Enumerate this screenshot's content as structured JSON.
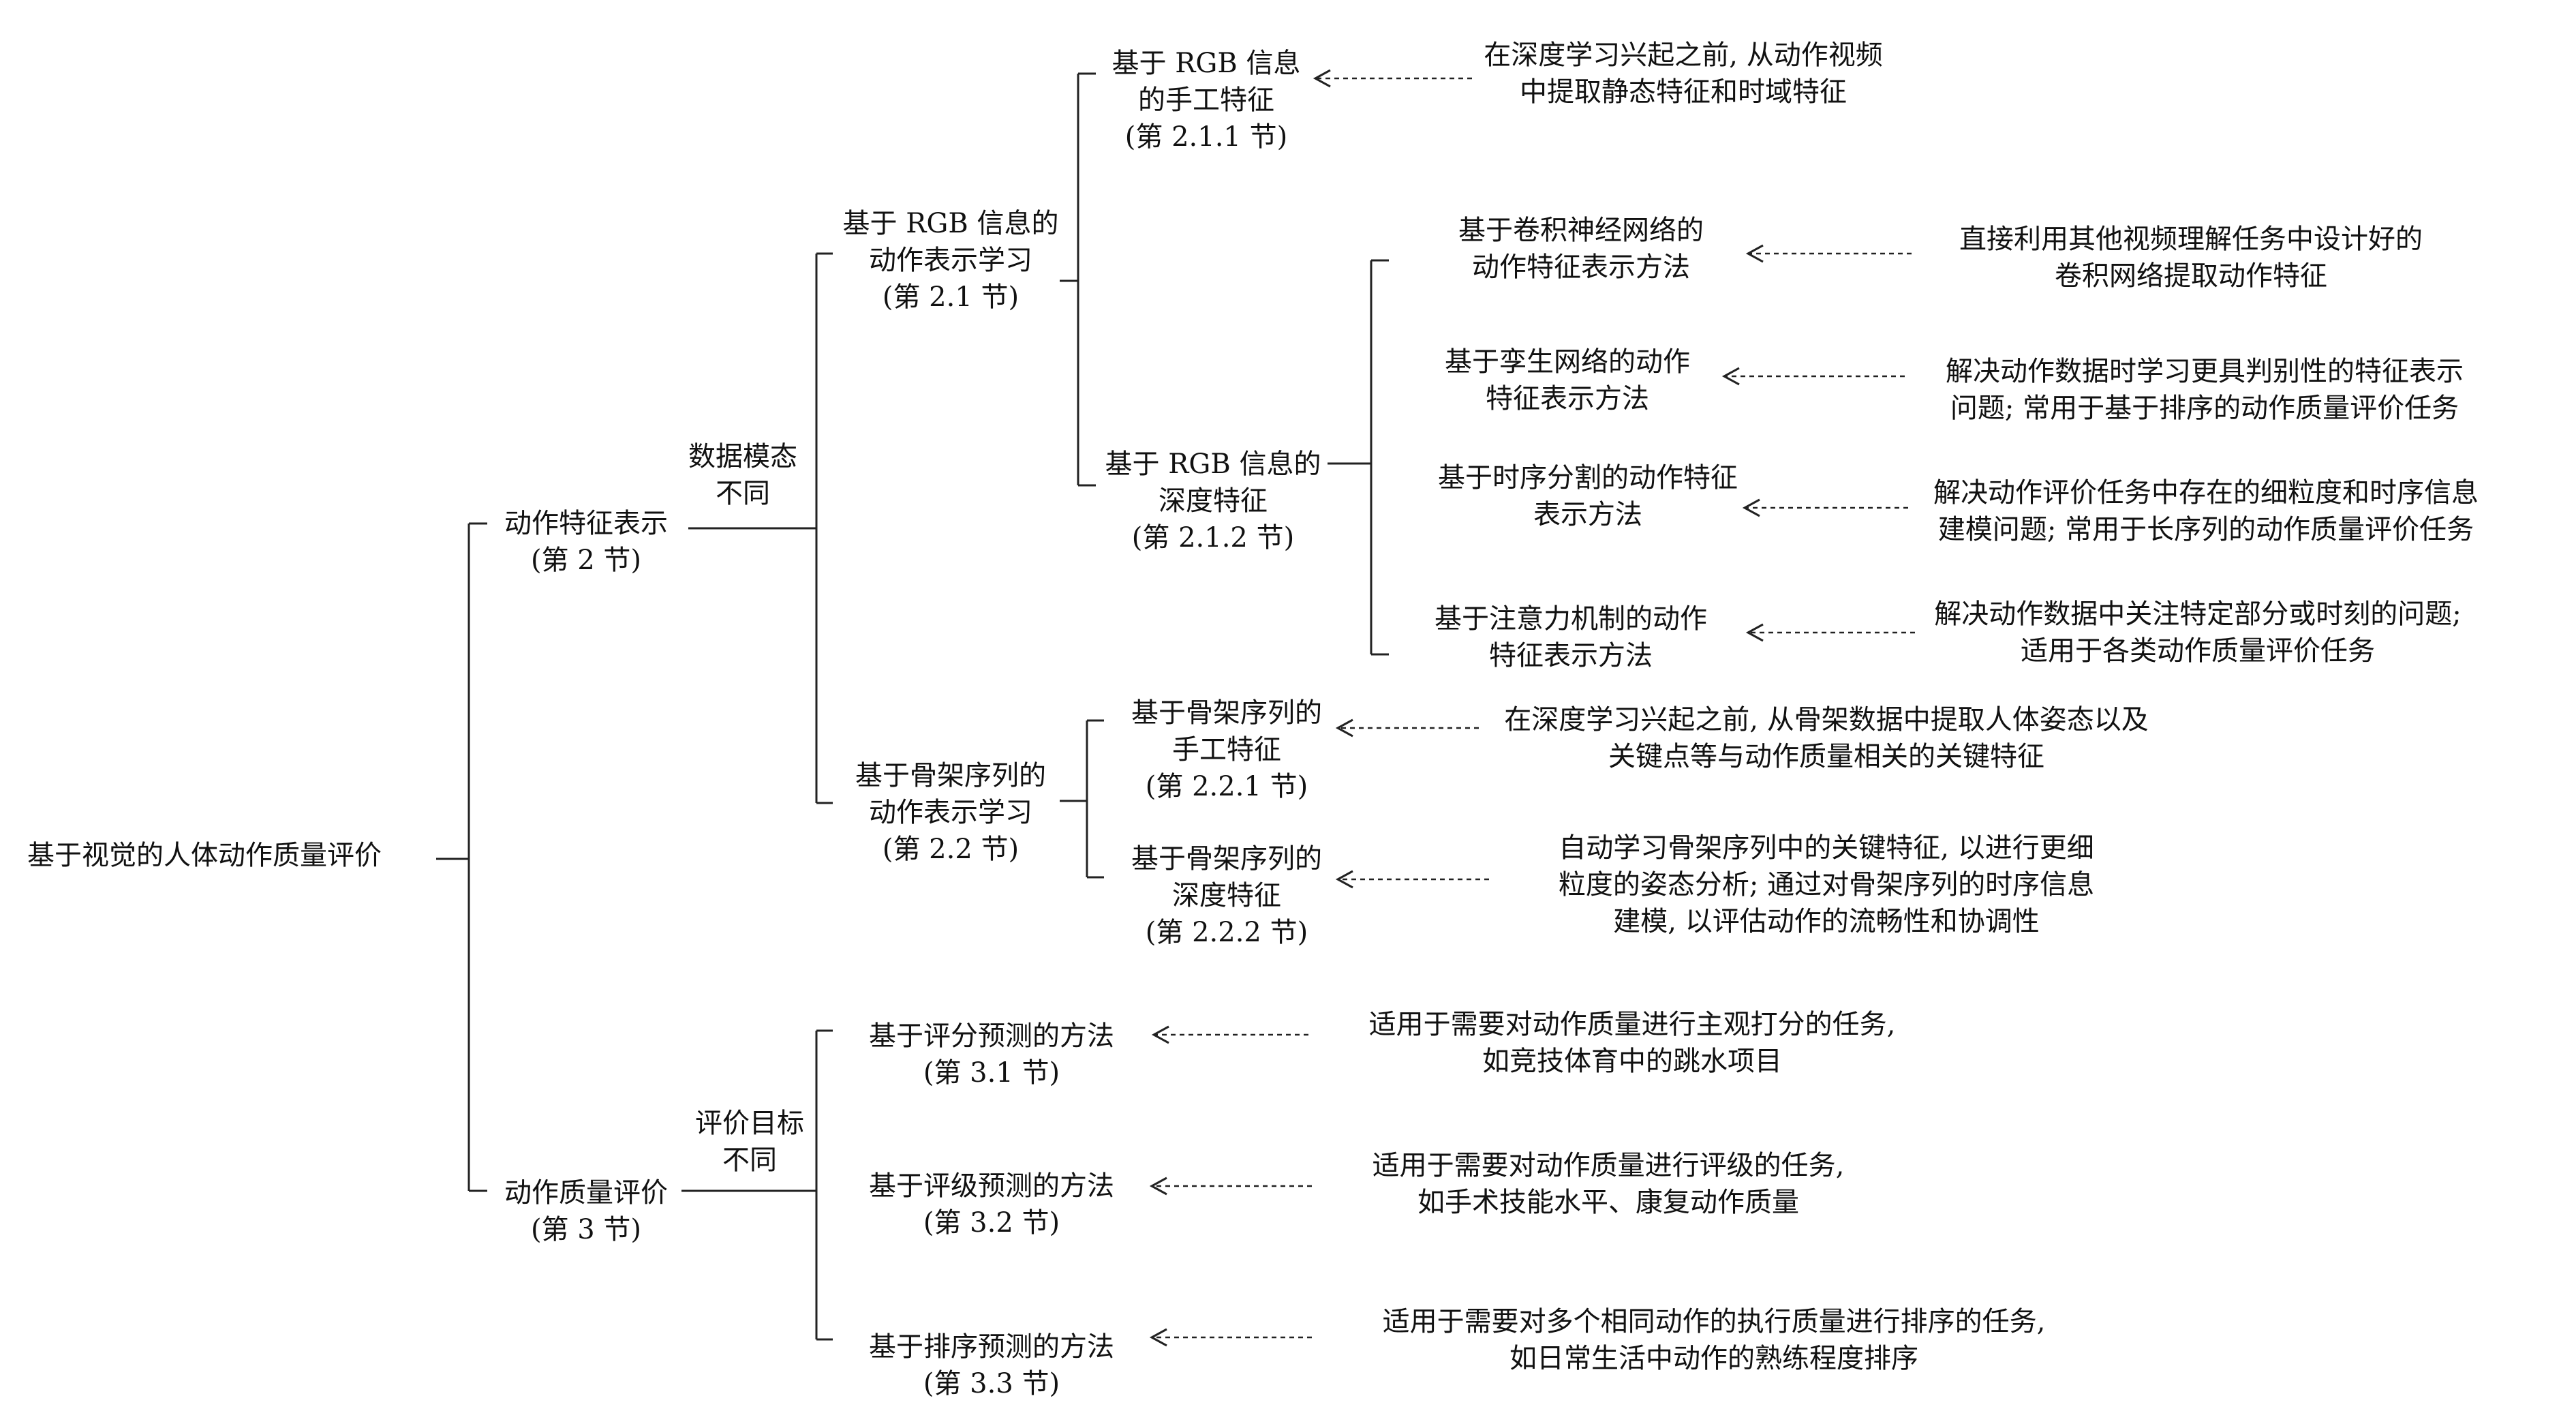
{
  "root": {
    "lines": [
      "基于视觉的人体动作质量评价"
    ]
  },
  "branch_features": {
    "title": [
      "动作特征表示",
      "(第 2 节)"
    ],
    "criterion": [
      "数据模态",
      "不同"
    ],
    "rgb": {
      "title": [
        "基于 RGB 信息的",
        "动作表示学习",
        "(第 2.1 节)"
      ],
      "handcrafted": {
        "title": [
          "基于 RGB 信息",
          "的手工特征",
          "(第 2.1.1 节)"
        ],
        "note": [
          "在深度学习兴起之前, 从动作视频",
          "中提取静态特征和时域特征"
        ]
      },
      "deep": {
        "title": [
          "基于 RGB 信息的",
          "深度特征",
          "(第 2.1.2 节)"
        ],
        "methods": [
          {
            "title": [
              "基于卷积神经网络的",
              "动作特征表示方法"
            ],
            "note": [
              "直接利用其他视频理解任务中设计好的",
              "卷积网络提取动作特征"
            ]
          },
          {
            "title": [
              "基于孪生网络的动作",
              "特征表示方法"
            ],
            "note": [
              "解决动作数据时学习更具判别性的特征表示",
              "问题; 常用于基于排序的动作质量评价任务"
            ]
          },
          {
            "title": [
              "基于时序分割的动作特征",
              "表示方法"
            ],
            "note": [
              "解决动作评价任务中存在的细粒度和时序信息",
              "建模问题; 常用于长序列的动作质量评价任务"
            ]
          },
          {
            "title": [
              "基于注意力机制的动作",
              "特征表示方法"
            ],
            "note": [
              "解决动作数据中关注特定部分或时刻的问题;",
              "适用于各类动作质量评价任务"
            ]
          }
        ]
      }
    },
    "skeleton": {
      "title": [
        "基于骨架序列的",
        "动作表示学习",
        "(第 2.2 节)"
      ],
      "handcrafted": {
        "title": [
          "基于骨架序列的",
          "手工特征",
          "(第 2.2.1 节)"
        ],
        "note": [
          "在深度学习兴起之前, 从骨架数据中提取人体姿态以及",
          "关键点等与动作质量相关的关键特征"
        ]
      },
      "deep": {
        "title": [
          "基于骨架序列的",
          "深度特征",
          "(第 2.2.2 节)"
        ],
        "note": [
          "自动学习骨架序列中的关键特征, 以进行更细",
          "粒度的姿态分析; 通过对骨架序列的时序信息",
          "建模, 以评估动作的流畅性和协调性"
        ]
      }
    }
  },
  "branch_evaluation": {
    "title": [
      "动作质量评价",
      "(第 3 节)"
    ],
    "criterion": [
      "评价目标",
      "不同"
    ],
    "methods": [
      {
        "title": [
          "基于评分预测的方法",
          "(第 3.1 节)"
        ],
        "note": [
          "适用于需要对动作质量进行主观打分的任务,",
          "如竞技体育中的跳水项目"
        ]
      },
      {
        "title": [
          "基于评级预测的方法",
          "(第 3.2 节)"
        ],
        "note": [
          "适用于需要对动作质量进行评级的任务,",
          "如手术技能水平、康复动作质量"
        ]
      },
      {
        "title": [
          "基于排序预测的方法",
          "(第 3.3 节)"
        ],
        "note": [
          "适用于需要对多个相同动作的执行质量进行排序的任务,",
          "如日常生活中动作的熟练程度排序"
        ]
      }
    ]
  }
}
